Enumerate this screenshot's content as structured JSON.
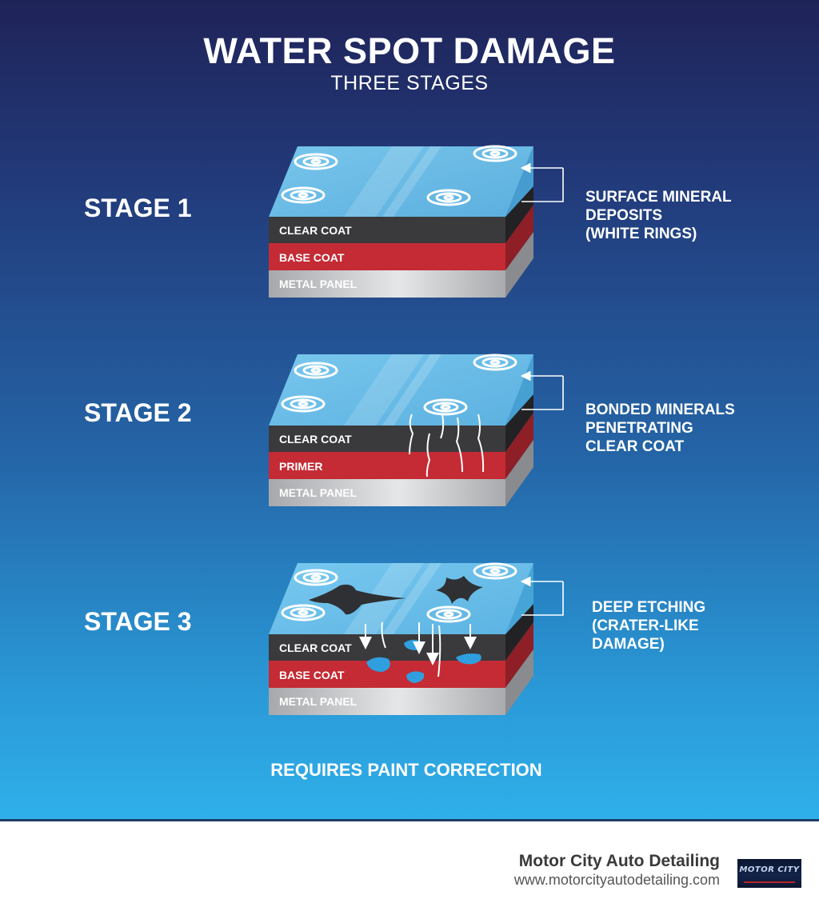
{
  "header": {
    "title": "WATER SPOT DAMAGE",
    "subtitle": "THREE STAGES"
  },
  "stages": [
    {
      "label": "STAGE 1",
      "layers": [
        "CLEAR COAT",
        "BASE COAT",
        "METAL PANEL"
      ],
      "description": [
        "SURFACE MINERAL",
        "DEPOSITS",
        "(WHITE RINGS)"
      ]
    },
    {
      "label": "STAGE 2",
      "layers": [
        "CLEAR COAT",
        "PRIMER",
        "METAL PANEL"
      ],
      "description": [
        "BONDED MINERALS",
        "PENETRATING",
        "CLEAR COAT"
      ]
    },
    {
      "label": "STAGE 3",
      "layers": [
        "CLEAR COAT",
        "BASE COAT",
        "METAL PANEL"
      ],
      "description": [
        "DEEP ETCHING",
        "(CRATER-LIKE",
        "DAMAGE)"
      ]
    }
  ],
  "footer_note": "REQUIRES PAINT CORRECTION",
  "brand": {
    "name": "Motor City Auto Detailing",
    "url": "www.motorcityautodetailing.com",
    "logo_text": "MOTOR CITY"
  },
  "colors": {
    "clear_top": "#6fc3ec",
    "clear_coat": "#3a3a3c",
    "base_coat": "#c42b34",
    "metal": "#b9babd",
    "text": "#ffffff"
  }
}
